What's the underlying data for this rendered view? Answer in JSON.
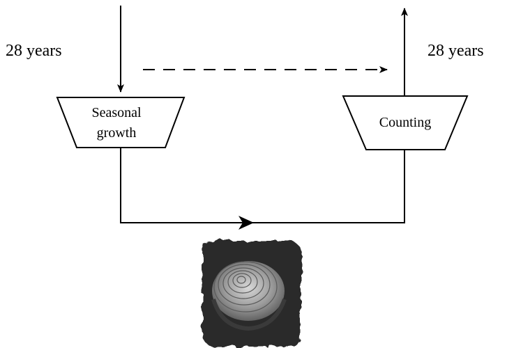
{
  "input_label": "28 years",
  "output_label": "28 years",
  "left_block": {
    "line1": "Seasonal",
    "line2": "growth"
  },
  "right_block": {
    "label": "Counting"
  },
  "image": {
    "icon": "tree-stump-rings-icon"
  },
  "colors": {
    "stroke": "#000000",
    "background": "#ffffff"
  }
}
